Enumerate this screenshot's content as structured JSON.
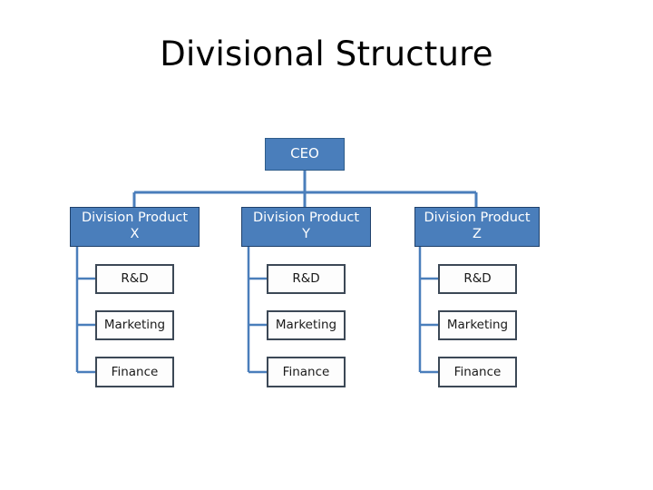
{
  "page": {
    "title": "Divisional Structure",
    "background_color": "#ffffff"
  },
  "colors": {
    "node_fill_blue": "#4A7EBB",
    "node_border_blue": "#20416B",
    "leaf_fill": "#FDFDFD",
    "leaf_border": "#3C4856",
    "connector": "#4A7EBB",
    "title_text": "#000000",
    "blue_node_text": "#FFFFFF",
    "leaf_text": "#1A1A1A"
  },
  "chart_data": {
    "type": "diagram",
    "diagram_type": "organizational-chart",
    "title": "Divisional Structure",
    "root": {
      "label": "CEO"
    },
    "divisions": [
      {
        "label_line1": "Division Product",
        "label_line2": "X",
        "children": [
          "R&D",
          "Marketing",
          "Finance"
        ]
      },
      {
        "label_line1": "Division Product",
        "label_line2": "Y",
        "children": [
          "R&D",
          "Marketing",
          "Finance"
        ]
      },
      {
        "label_line1": "Division Product",
        "label_line2": "Z",
        "children": [
          "R&D",
          "Marketing",
          "Finance"
        ]
      }
    ]
  },
  "nodes": {
    "ceo": {
      "label": "CEO"
    },
    "division_x": {
      "line1": "Division Product",
      "line2": "X",
      "children": {
        "rd": "R&D",
        "marketing": "Marketing",
        "finance": "Finance"
      }
    },
    "division_y": {
      "line1": "Division Product",
      "line2": "Y",
      "children": {
        "rd": "R&D",
        "marketing": "Marketing",
        "finance": "Finance"
      }
    },
    "division_z": {
      "line1": "Division Product",
      "line2": "Z",
      "children": {
        "rd": "R&D",
        "marketing": "Marketing",
        "finance": "Finance"
      }
    }
  }
}
